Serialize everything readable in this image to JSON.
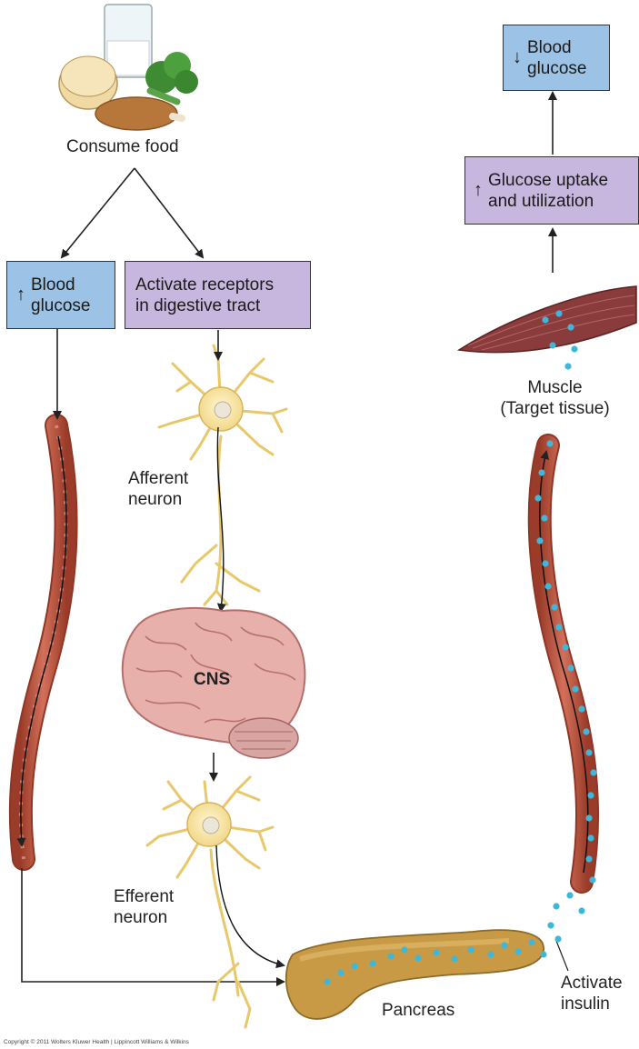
{
  "food": {
    "label": "Consume food"
  },
  "left_box": {
    "arrow": "↑",
    "line1": "Blood",
    "line2": "glucose"
  },
  "receptor_box": {
    "line1": "Activate receptors",
    "line2": "in digestive tract"
  },
  "top_right_box": {
    "arrow": "↓",
    "line1": "Blood",
    "line2": "glucose"
  },
  "uptake_box": {
    "arrow": "↑",
    "line1": "Glucose uptake",
    "line2": "and utilization"
  },
  "muscle": {
    "line1": "Muscle",
    "line2": "(Target tissue)"
  },
  "afferent": {
    "line1": "Afferent",
    "line2": "neuron"
  },
  "efferent": {
    "line1": "Efferent",
    "line2": "neuron"
  },
  "cns": {
    "label": "CNS"
  },
  "pancreas": {
    "label": "Pancreas"
  },
  "insulin": {
    "line1": "Activate",
    "line2": "insulin"
  },
  "copyright": "Copyright © 2011 Wolters Kluwer Health | Lippincott Williams & Wilkins",
  "colors": {
    "blue_box": "#9cc3e6",
    "purple_box": "#c7b7de",
    "vessel": "#b5513a",
    "neuron": "#f3e3a4",
    "insulin_dot": "#3fb7d9",
    "pancreas": "#c99a45",
    "brain": "#e3aaa6",
    "muscle": "#8a3b3b"
  },
  "icons": [
    "food-icon",
    "neuron-icon",
    "brain-icon",
    "muscle-icon",
    "pancreas-icon",
    "blood-vessel-icon"
  ]
}
